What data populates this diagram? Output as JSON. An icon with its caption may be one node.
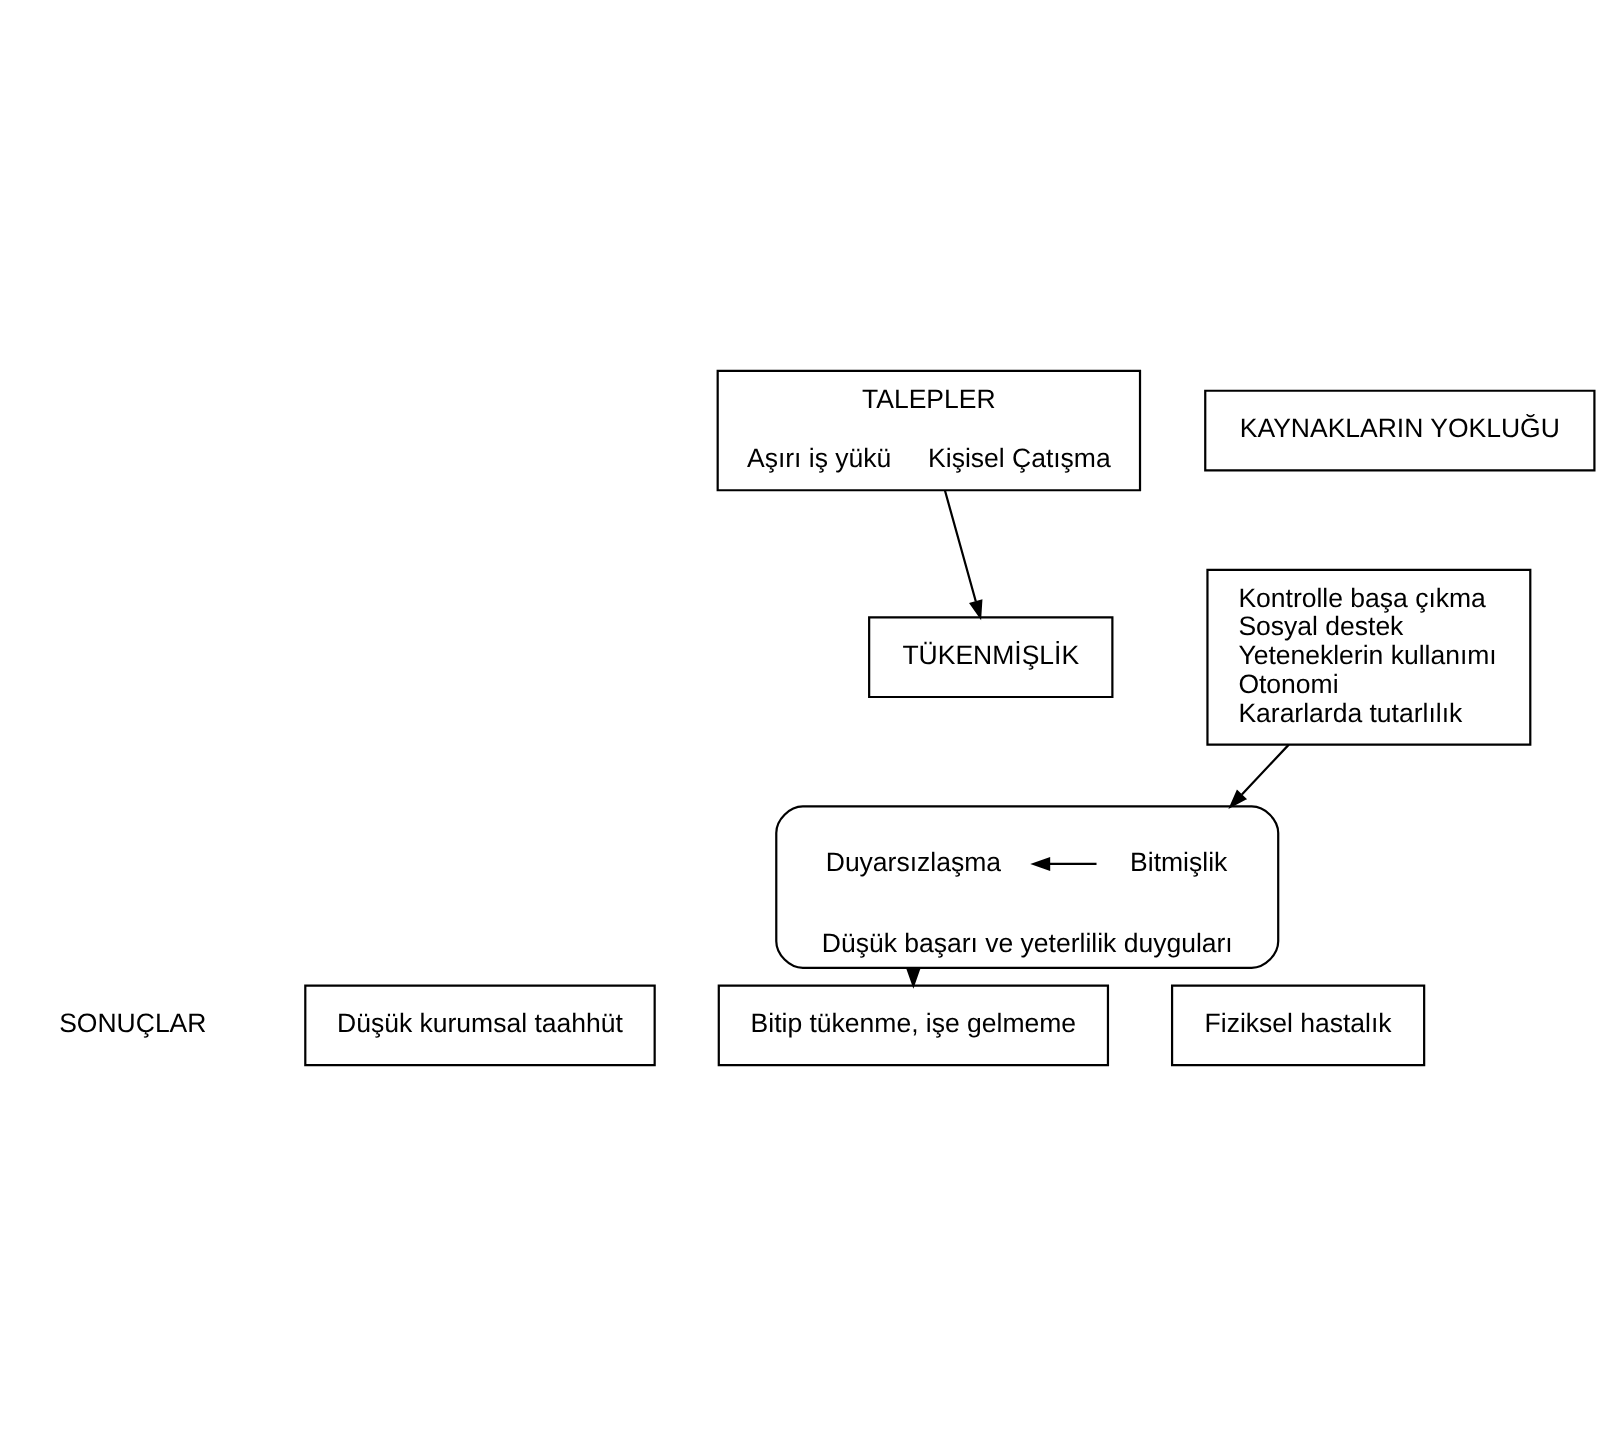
{
  "diagram": {
    "nodes": [
      {
        "text": [
          "TALEPLER",
          "Aşırı iş yükü",
          "Kişisel Çatışma"
        ]
      },
      {
        "text": [
          "KAYNAKLARIN YOKLUĞU"
        ]
      },
      {
        "text": [
          "Kontrolle başa çıkma",
          "Sosyal destek",
          "Yeteneklerin kullanımı",
          "Otonomi",
          "Kararlarda tutarlılık"
        ]
      },
      {
        "text": [
          "TÜKENMİŞLİK"
        ]
      },
      {
        "text": [
          "Düşük başarı ve yeterlilik duyguları"
        ]
      },
      {
        "text": [
          "Bitmişlik"
        ],
        "in": 4
      },
      {
        "text": [
          "Duyarsızlaşma"
        ],
        "in": 4
      },
      {
        "text": [
          "Düşük kurumsal taahhüt"
        ]
      },
      {
        "text": [
          "Bitip tükenme, işe gelmeme"
        ]
      },
      {
        "text": [
          "Fiziksel hastalık"
        ]
      }
    ],
    "edges": [
      {
        "from": 0,
        "to": 3,
        "arrow": "to"
      },
      {
        "from": 2,
        "to": 4,
        "arrow": "to"
      },
      {
        "from": 5,
        "to": 6,
        "arrow": "to"
      },
      {
        "from": 4,
        "to": 8,
        "arrow": "to"
      }
    ],
    "labels": [
      "SONUÇLAR"
    ]
  }
}
